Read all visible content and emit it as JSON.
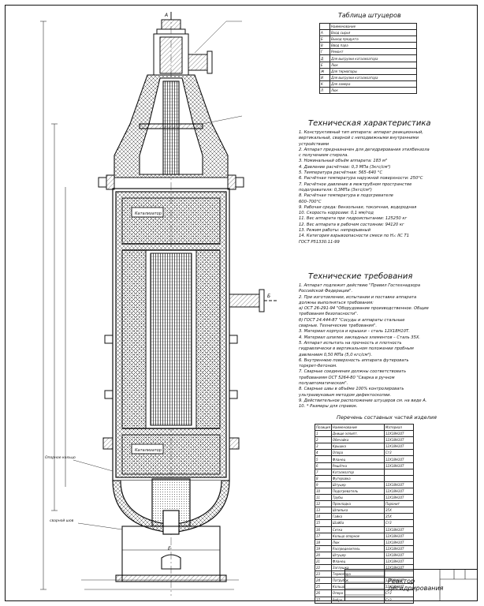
{
  "nozzle_table": {
    "title": "Таблица штуцеров",
    "header": "Наименование",
    "rows": [
      {
        "id": "А",
        "name": "Вход сырья"
      },
      {
        "id": "Б",
        "name": "Выход продукта"
      },
      {
        "id": "В",
        "name": "Ввод пара"
      },
      {
        "id": "Г",
        "name": "Ремонт"
      },
      {
        "id": "Д",
        "name": "Для выгрузки катализатора"
      },
      {
        "id": "Е",
        "name": "Люк"
      },
      {
        "id": "Ж",
        "name": "Для термопары"
      },
      {
        "id": "И",
        "name": "Для выгрузки катализатора"
      },
      {
        "id": "К",
        "name": "Для замера"
      },
      {
        "id": "Л",
        "name": "Люк"
      }
    ]
  },
  "tech_characteristics": {
    "title": "Техническая характеристика",
    "items": [
      "1.  Конструктивный тип аппарата: аппарат реакционный,",
      "     вертикальный, сварной с неподвижными внутренними",
      "     устройствами",
      "2.  Аппарат предназначен для дегидрирования этилбензола",
      "     с получением стирола.",
      "3.  Номинальный объём аппарата:                     183 м³",
      "4.  Давление расчётное:                        0,3 МПа (3кгс/см²)",
      "5.  Температура расчётная:                            565–640 °С",
      "6.  Расчётная температура наружной поверхности:   250°С",
      "7.  Расчётное давление в межтрубном пространстве",
      "     подогревателя:                              0,3МПа (3кгс/см²)",
      "8.  Расчётная температура в подогревателе",
      "     600–700°С",
      "9.  Рабочая среда: бензольная, токсичная, водородная",
      "10.  Скорость коррозии:                          0,1 мм/год",
      "11.  Вес аппарата при гидроиспытании:         125250 кг",
      "12.  Вес аппарата в рабочем состоянии:          94120 кг",
      "13.  Режим работы:                                 непрерывный",
      "14.  Категория взрывоопасности смеси по Н₂:              IIC Т1",
      "      ГОСТ Р51330.11-99"
    ]
  },
  "tech_requirements": {
    "title": "Технические требования",
    "items": [
      "1.  Аппарат подлежит действию \"Правил Гостехнадзора",
      "     Российской Федерации\".",
      "2.  При изготовлении, испытании и поставке аппарата",
      "     должны выполняться требования:",
      "     а) ОСТ 26-291-94 \"Оборудование производственное. Общие",
      "     требования безопасности\".",
      "     б) ГОСТ 24.444-87 \"Сосуды и аппараты стальные",
      "     сварные. Технические требования\".",
      "3.  Материал корпуса и крышки – сталь 12Х18Н10Т.",
      "4.  Материал шпилек закладных элементов – Сталь 35Х.",
      "5.  Аппарат испытать на прочность и плотность",
      "     гидравлически в вертикальном положении пробным",
      "     давлением 0,50 МПа (5,0 кгс/см²).",
      "6.  Внутреннюю поверхность аппарата футеровать",
      "     торкрет-бетоном.",
      "7.  Сварные соединения должны соответствовать",
      "     требованиям ОСТ 5264-80 \"Сварка в ручном",
      "     полуавтоматическом\".",
      "8.  Сварные швы в объёме 100% контролировать",
      "     ультразвуковым методом дефектоскопии.",
      "9.  Действительное расположение штуцеров см. на виде А.",
      "10.  * Размеры для справок."
    ]
  },
  "parts_list": {
    "title": "Перечень составных частей изделия",
    "header_pos": "Позиция",
    "header_name": "Наименование",
    "header_mat": "Материал",
    "rows": [
      {
        "pos": "1",
        "name": "Днище эллипт.",
        "mat": "12Х18Н10Т"
      },
      {
        "pos": "2",
        "name": "Обечайка",
        "mat": "12Х18Н10Т"
      },
      {
        "pos": "3",
        "name": "Крышка",
        "mat": "12Х18Н10Т"
      },
      {
        "pos": "4",
        "name": "Опора",
        "mat": "Ст3"
      },
      {
        "pos": "5",
        "name": "Фланец",
        "mat": "12Х18Н10Т"
      },
      {
        "pos": "6",
        "name": "Решётка",
        "mat": "12Х18Н10Т"
      },
      {
        "pos": "7",
        "name": "Катализатор",
        "mat": ""
      },
      {
        "pos": "8",
        "name": "Футеровка",
        "mat": ""
      },
      {
        "pos": "9",
        "name": "Штуцер",
        "mat": "12Х18Н10Т"
      },
      {
        "pos": "10",
        "name": "Подогреватель",
        "mat": "12Х18Н10Т"
      },
      {
        "pos": "11",
        "name": "Трубы",
        "mat": "12Х18Н10Т"
      },
      {
        "pos": "12",
        "name": "Прокладка",
        "mat": "Паронит"
      },
      {
        "pos": "13",
        "name": "Шпилька",
        "mat": "35Х"
      },
      {
        "pos": "14",
        "name": "Гайка",
        "mat": "35Х"
      },
      {
        "pos": "15",
        "name": "Шайба",
        "mat": "Ст3"
      },
      {
        "pos": "16",
        "name": "Сетка",
        "mat": "12Х18Н10Т"
      },
      {
        "pos": "17",
        "name": "Кольцо опорное",
        "mat": "12Х18Н10Т"
      },
      {
        "pos": "18",
        "name": "Люк",
        "mat": "12Х18Н10Т"
      },
      {
        "pos": "19",
        "name": "Распределитель",
        "mat": "12Х18Н10Т"
      },
      {
        "pos": "20",
        "name": "Штуцер",
        "mat": "12Х18Н10Т"
      },
      {
        "pos": "21",
        "name": "Фланец",
        "mat": "12Х18Н10Т"
      },
      {
        "pos": "22",
        "name": "Заглушка",
        "mat": "12Х18Н10Т"
      },
      {
        "pos": "23",
        "name": "Термопара",
        "mat": ""
      },
      {
        "pos": "24",
        "name": "Патрубок",
        "mat": "12Х18Н10Т"
      },
      {
        "pos": "25",
        "name": "Кольцо",
        "mat": "12Х18Н10Т"
      },
      {
        "pos": "26",
        "name": "Опора",
        "mat": "Ст3"
      },
      {
        "pos": "27",
        "name": "Ребро",
        "mat": "Ст3"
      }
    ]
  },
  "drawing_labels": {
    "nozzle_a": "А",
    "nozzle_b": "Б",
    "nozzle_e": "Е",
    "bed_label": "Катализатор",
    "lbl_ring": "Опорное кольцо",
    "lbl_weld": "сварной шов"
  },
  "title_block": {
    "name_line1": "Реактор",
    "name_line2": "дегидрирования"
  }
}
